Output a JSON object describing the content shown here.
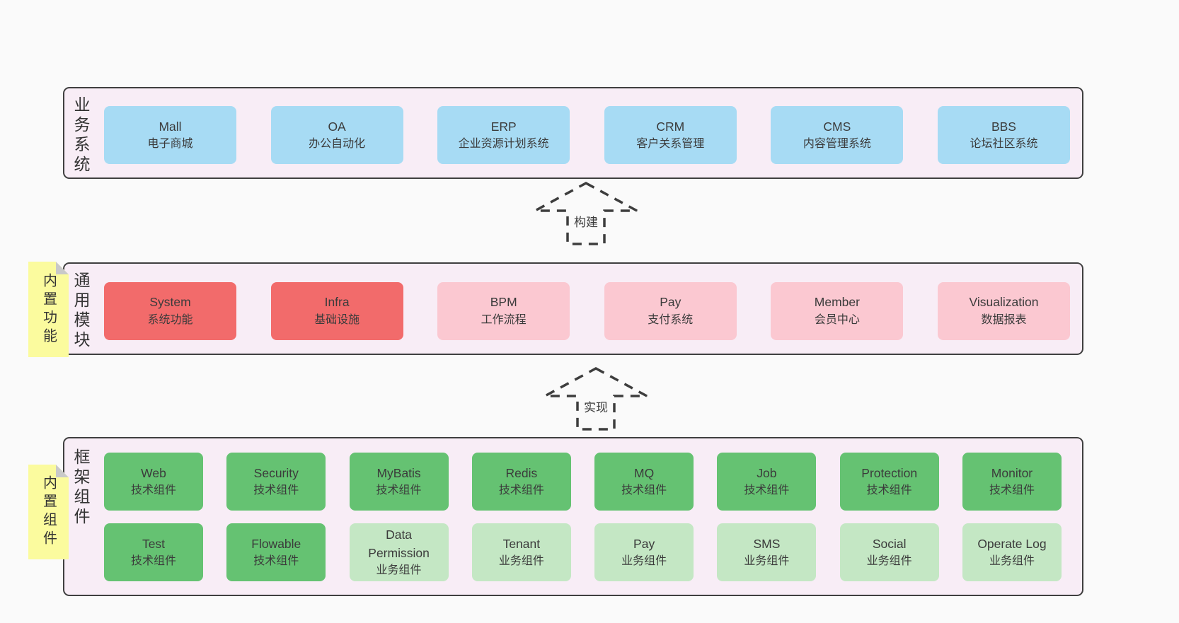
{
  "colors": {
    "page_bg": "#fafafa",
    "container_bg": "#f8edf6",
    "container_border": "#3f3f3f",
    "blue": "#a7dbf4",
    "red": "#f26b6b",
    "pink": "#fbc8d1",
    "green_dark": "#65c272",
    "green_light": "#c4e7c4",
    "note_yellow": "#fbfb9e",
    "note_fold": "#c9c9c9",
    "text": "#3b3b3b"
  },
  "business": {
    "label": "业务系统",
    "boxes": [
      {
        "title": "Mall",
        "subtitle": "电子商城",
        "variant": "blue"
      },
      {
        "title": "OA",
        "subtitle": "办公自动化",
        "variant": "blue"
      },
      {
        "title": "ERP",
        "subtitle": "企业资源计划系统",
        "variant": "blue"
      },
      {
        "title": "CRM",
        "subtitle": "客户关系管理",
        "variant": "blue"
      },
      {
        "title": "CMS",
        "subtitle": "内容管理系统",
        "variant": "blue"
      },
      {
        "title": "BBS",
        "subtitle": "论坛社区系统",
        "variant": "blue"
      }
    ]
  },
  "arrow_build": {
    "label": "构建"
  },
  "common": {
    "label": "通用模块",
    "note": "内置功能",
    "boxes": [
      {
        "title": "System",
        "subtitle": "系统功能",
        "variant": "red"
      },
      {
        "title": "Infra",
        "subtitle": "基础设施",
        "variant": "red"
      },
      {
        "title": "BPM",
        "subtitle": "工作流程",
        "variant": "pink"
      },
      {
        "title": "Pay",
        "subtitle": "支付系统",
        "variant": "pink"
      },
      {
        "title": "Member",
        "subtitle": "会员中心",
        "variant": "pink"
      },
      {
        "title": "Visualization",
        "subtitle": "数据报表",
        "variant": "pink"
      }
    ]
  },
  "arrow_implement": {
    "label": "实现"
  },
  "framework": {
    "label": "框架组件",
    "note": "内置组件",
    "rows": [
      [
        {
          "title": "Web",
          "subtitle": "技术组件",
          "variant": "green-dark"
        },
        {
          "title": "Security",
          "subtitle": "技术组件",
          "variant": "green-dark"
        },
        {
          "title": "MyBatis",
          "subtitle": "技术组件",
          "variant": "green-dark"
        },
        {
          "title": "Redis",
          "subtitle": "技术组件",
          "variant": "green-dark"
        },
        {
          "title": "MQ",
          "subtitle": "技术组件",
          "variant": "green-dark"
        },
        {
          "title": "Job",
          "subtitle": "技术组件",
          "variant": "green-dark"
        },
        {
          "title": "Protection",
          "subtitle": "技术组件",
          "variant": "green-dark"
        },
        {
          "title": "Monitor",
          "subtitle": "技术组件",
          "variant": "green-dark"
        }
      ],
      [
        {
          "title": "Test",
          "subtitle": "技术组件",
          "variant": "green-dark"
        },
        {
          "title": "Flowable",
          "subtitle": "技术组件",
          "variant": "green-dark"
        },
        {
          "title": "Data Permission",
          "subtitle": "业务组件",
          "variant": "green-light"
        },
        {
          "title": "Tenant",
          "subtitle": "业务组件",
          "variant": "green-light"
        },
        {
          "title": "Pay",
          "subtitle": "业务组件",
          "variant": "green-light"
        },
        {
          "title": "SMS",
          "subtitle": "业务组件",
          "variant": "green-light"
        },
        {
          "title": "Social",
          "subtitle": "业务组件",
          "variant": "green-light"
        },
        {
          "title": "Operate Log",
          "subtitle": "业务组件",
          "variant": "green-light"
        }
      ]
    ]
  }
}
